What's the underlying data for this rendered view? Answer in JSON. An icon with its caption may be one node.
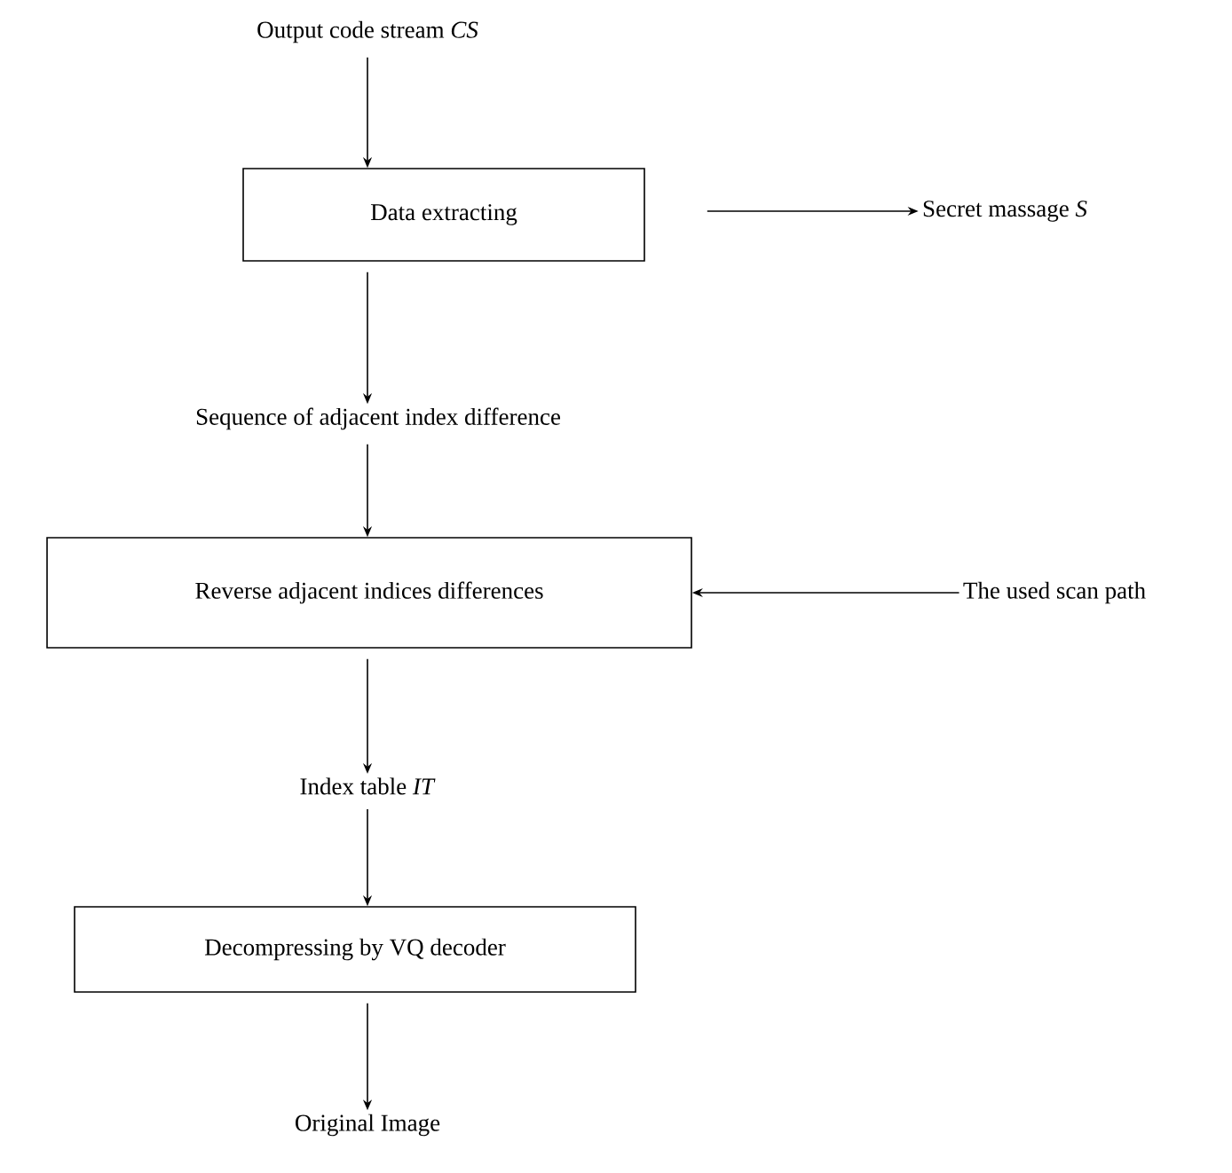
{
  "diagram": {
    "nodes": [
      {
        "text": [
          "Output code stream *CS*"
        ]
      },
      {
        "text": [
          "Data extracting"
        ]
      },
      {
        "text": [
          "Secret massage *S*"
        ]
      },
      {
        "text": [
          "Sequence of  adjacent index difference"
        ]
      },
      {
        "text": [
          "Reverse adjacent indices differences"
        ]
      },
      {
        "text": [
          "The used scan path"
        ]
      },
      {
        "text": [
          "Index table *IT*"
        ]
      },
      {
        "text": [
          "Decompressing by VQ decoder"
        ]
      },
      {
        "text": [
          "Original Image"
        ]
      }
    ],
    "edges": [
      {
        "from": 0,
        "to": 1,
        "arrow": "to"
      },
      {
        "from": 1,
        "to": 2,
        "arrow": "to"
      },
      {
        "from": 1,
        "to": 3,
        "arrow": "to"
      },
      {
        "from": 3,
        "to": 4,
        "arrow": "to"
      },
      {
        "from": 5,
        "to": 4,
        "arrow": "to"
      },
      {
        "from": 4,
        "to": 6,
        "arrow": "to"
      },
      {
        "from": 6,
        "to": 7,
        "arrow": "to"
      },
      {
        "from": 7,
        "to": 8,
        "arrow": "to"
      }
    ]
  }
}
